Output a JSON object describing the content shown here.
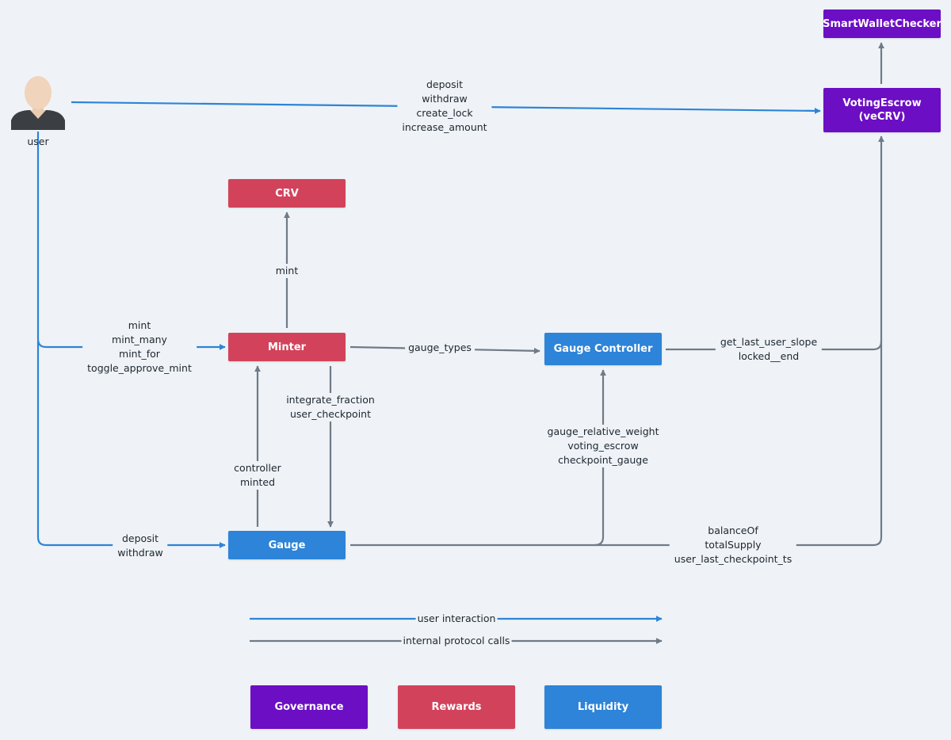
{
  "colors": {
    "background": "#eff3f7",
    "governance": "#6c0ec4",
    "rewards": "#d2435b",
    "liquidity": "#2d84d8",
    "user_interaction_line": "#2d84d8",
    "internal_call_line": "#6f7b87"
  },
  "user": {
    "label": "user",
    "icon": "user-avatar-icon"
  },
  "nodes": {
    "smart_wallet_checker": {
      "label": "SmartWalletChecker",
      "category": "governance"
    },
    "voting_escrow": {
      "label_line1": "VotingEscrow",
      "label_line2": "(veCRV)",
      "category": "governance"
    },
    "crv": {
      "label": "CRV",
      "category": "rewards"
    },
    "minter": {
      "label": "Minter",
      "category": "rewards"
    },
    "gauge_controller": {
      "label": "Gauge Controller",
      "category": "liquidity"
    },
    "gauge": {
      "label": "Gauge",
      "category": "liquidity"
    }
  },
  "edges": {
    "user_to_voting_escrow": [
      "deposit",
      "withdraw",
      "create_lock",
      "increase_amount"
    ],
    "minter_to_crv": [
      "mint"
    ],
    "user_to_minter": [
      "mint",
      "mint_many",
      "mint_for",
      "toggle_approve_mint"
    ],
    "minter_to_gauge_controller": [
      "gauge_types"
    ],
    "gauge_controller_to_voting_escrow": [
      "get_last_user_slope",
      "locked__end"
    ],
    "minter_to_gauge": [
      "integrate_fraction",
      "user_checkpoint"
    ],
    "gauge_to_minter": [
      "controller",
      "minted"
    ],
    "gauge_to_gauge_controller": [
      "gauge_relative_weight",
      "voting_escrow",
      "checkpoint_gauge"
    ],
    "user_to_gauge": [
      "deposit",
      "withdraw"
    ],
    "gauge_to_voting_escrow": [
      "balanceOf",
      "totalSupply",
      "user_last_checkpoint_ts"
    ]
  },
  "legend": {
    "lines": {
      "user_interaction": "user interaction",
      "internal_calls": "internal protocol calls"
    },
    "categories": {
      "governance": "Governance",
      "rewards": "Rewards",
      "liquidity": "Liquidity"
    }
  }
}
